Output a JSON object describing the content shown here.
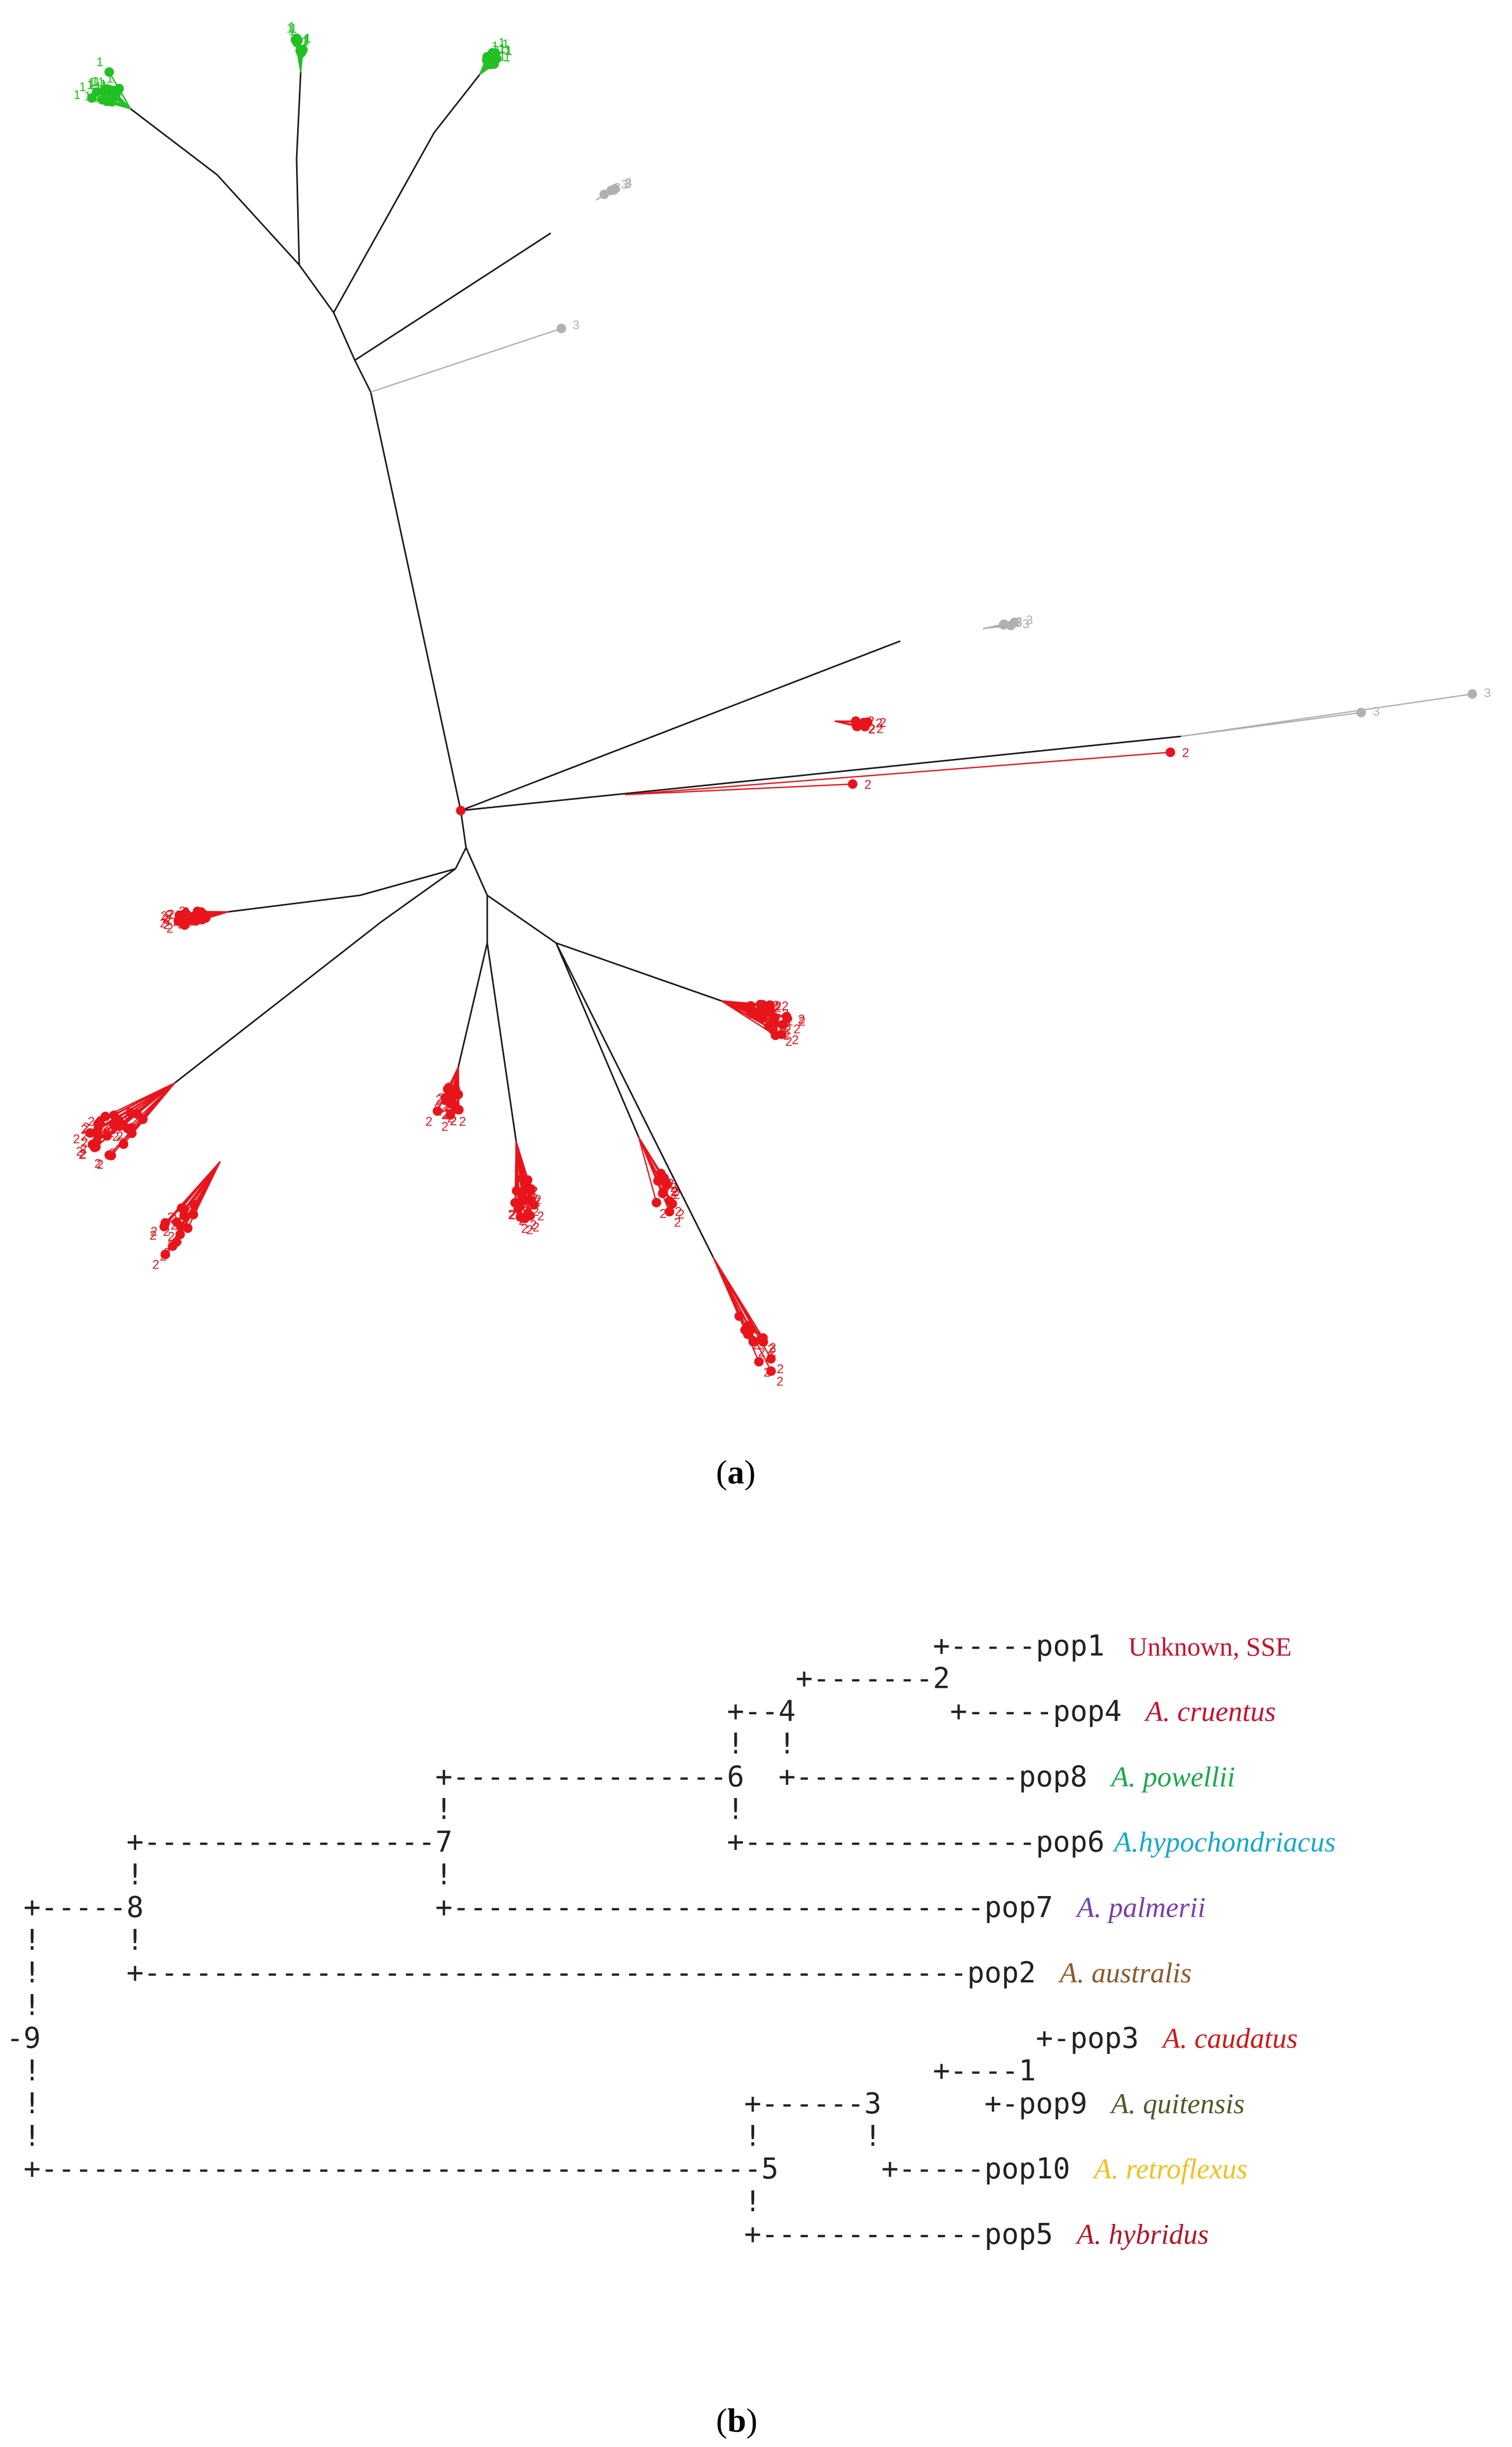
{
  "panel_a": {
    "caption_open": "(",
    "caption_letter": "a",
    "caption_close": ")",
    "group_labels": {
      "green": "1",
      "red": "2",
      "gray": "3"
    },
    "colors": {
      "green": "#22c022",
      "red": "#e8141c",
      "gray": "#b0b0b0",
      "trunk": "#1a1a1a"
    }
  },
  "panel_b": {
    "caption_open": "(",
    "caption_letter": "b",
    "caption_close": ")",
    "tree_lines": [
      "                                                      +-----pop1",
      "                                              +-------2",
      "                                          +--4         +-----pop4",
      "                                          !  !",
      "                         +----------------6  +-------------pop8",
      "                         !                !",
      "       +-----------------7                +-----------------pop6",
      "       !                 !",
      " +-----8                 +-------------------------------pop7",
      " !     !",
      " !     +------------------------------------------------pop2",
      " !",
      "-9                                                          +-pop3",
      " !                                                    +----1",
      " !                                         +------3      +-pop9",
      " !                                         !      !",
      " +------------------------------------------5      +-----pop10",
      "                                           !",
      "                                           +-------------pop5"
    ],
    "nodes": [
      {
        "name": "-9"
      },
      {
        "name": "8"
      },
      {
        "name": "7"
      },
      {
        "name": "6"
      },
      {
        "name": "4"
      },
      {
        "name": "2"
      },
      {
        "name": "5"
      },
      {
        "name": "3"
      },
      {
        "name": "1"
      }
    ],
    "leaves": [
      {
        "pop": "pop1",
        "species": "Unknown, SSE",
        "italic": false,
        "color": "#c8102e"
      },
      {
        "pop": "pop4",
        "species": "A. cruentus",
        "italic": true,
        "color": "#c8102e"
      },
      {
        "pop": "pop8",
        "species": "A. powellii",
        "italic": true,
        "color": "#1aa84a"
      },
      {
        "pop": "pop6",
        "species": "A.hypochondriacus",
        "italic": true,
        "color": "#16a8c8"
      },
      {
        "pop": "pop7",
        "species": "A. palmerii",
        "italic": true,
        "color": "#7b3fa8"
      },
      {
        "pop": "pop2",
        "species": "A. australis",
        "italic": true,
        "color": "#8b5a2b"
      },
      {
        "pop": "pop3",
        "species": "A. caudatus",
        "italic": true,
        "color": "#d01818"
      },
      {
        "pop": "pop9",
        "species": "A. quitensis",
        "italic": true,
        "color": "#4f5a2a"
      },
      {
        "pop": "pop10",
        "species": "A. retroflexus",
        "italic": true,
        "color": "#f0c020"
      },
      {
        "pop": "pop5",
        "species": "A. hybridus",
        "italic": true,
        "color": "#b0182a"
      }
    ]
  }
}
